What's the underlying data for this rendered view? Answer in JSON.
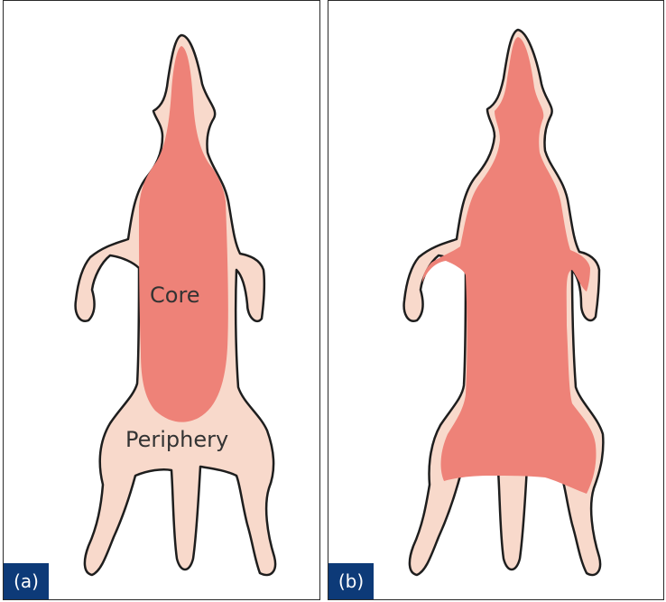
{
  "colors": {
    "outline": "#1e1e1e",
    "periphery_fill": "#f8d9cb",
    "core_fill": "#ee8278",
    "badge_bg": "#0d3a78"
  },
  "panels": [
    {
      "badge": "(a)",
      "labels": {
        "core": "Core",
        "periphery": "Periphery"
      }
    },
    {
      "badge": "(b)"
    }
  ]
}
